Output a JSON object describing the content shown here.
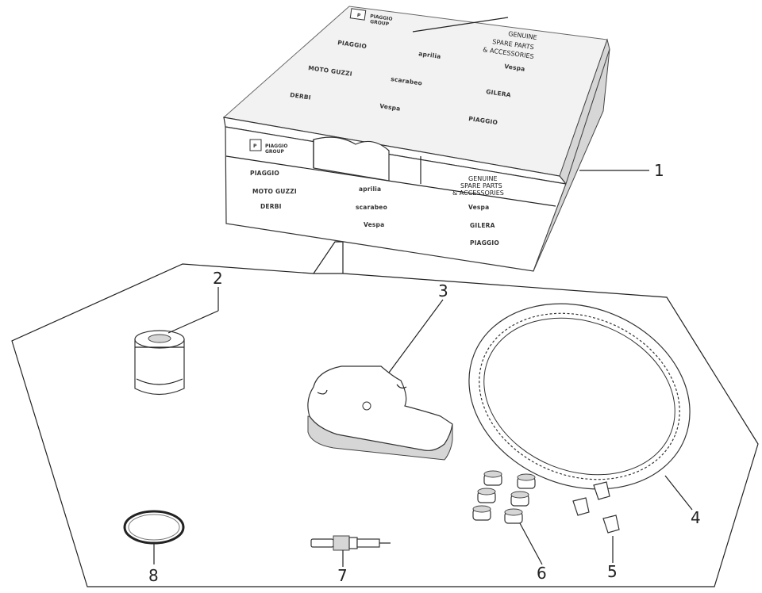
{
  "box": {
    "brand_top": "PIAGGIO",
    "brand_bottom": "GROUP",
    "caption_line1": "GENUINE",
    "caption_line2": "SPARE PARTS",
    "caption_line3": "& ACCESSORIES",
    "brand_logos": [
      "PIAGGIO",
      "aprilia",
      "Vespa",
      "MOTO GUZZI",
      "scarabeo",
      "GILERA",
      "DERBI",
      "Vespa",
      "PIAGGIO"
    ]
  },
  "callouts": [
    "1",
    "2",
    "3",
    "4",
    "5",
    "6",
    "7",
    "8"
  ],
  "colors": {
    "line": "#222222",
    "shade": "#d6d6d6",
    "paper": "#ffffff"
  }
}
